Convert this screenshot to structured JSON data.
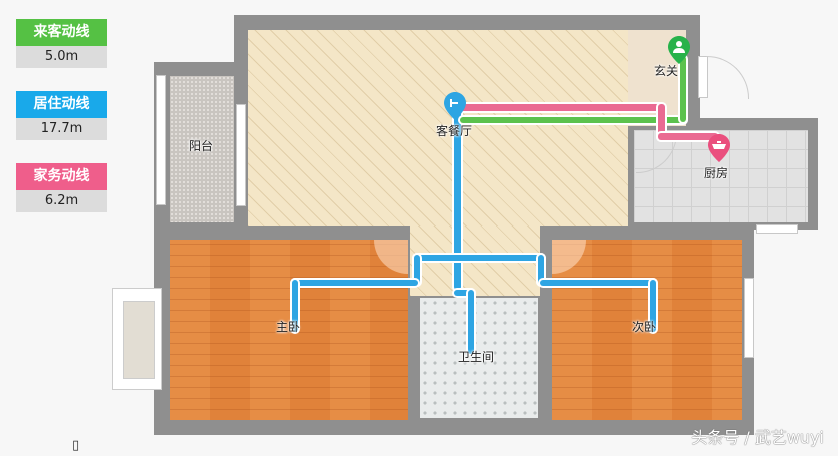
{
  "legend": [
    {
      "title": "来客动线",
      "value": "5.0m",
      "color": "#55c144"
    },
    {
      "title": "居住动线",
      "value": "17.7m",
      "color": "#19a9ea"
    },
    {
      "title": "家务动线",
      "value": "6.2m",
      "color": "#ef5e8b"
    }
  ],
  "rooms": {
    "balcony": "阳台",
    "living": "客餐厅",
    "entrance": "玄关",
    "kitchen": "厨房",
    "master_bedroom": "主卧",
    "second_bedroom": "次卧",
    "bathroom": "卫生间"
  },
  "watermark": "头条号 / 武艺wuyi",
  "corner_glyph": "▯"
}
